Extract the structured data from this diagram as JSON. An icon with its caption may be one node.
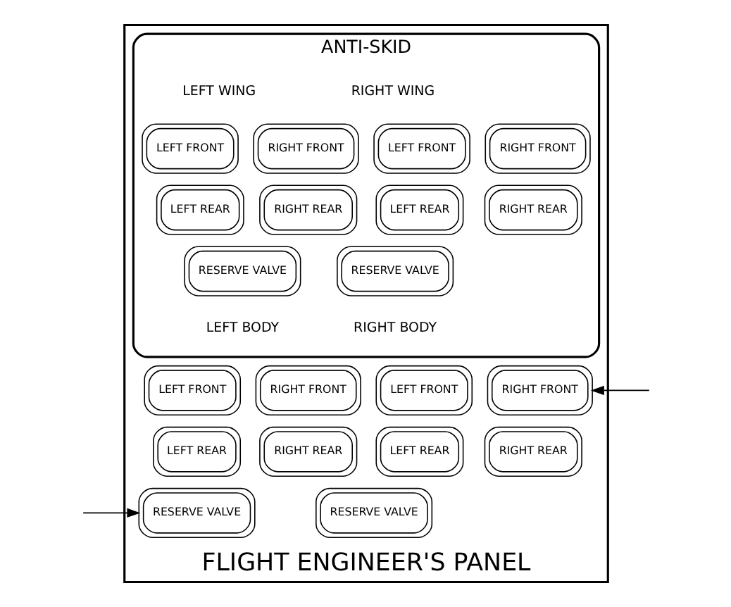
{
  "diagram": {
    "nodes": [
      {
        "text": [
          "FLIGHT ENGINEER'S PANEL"
        ]
      },
      {
        "text": [
          "ANTI-SKID"
        ],
        "in": 0
      },
      {
        "text": [
          "LEFT FRONT"
        ],
        "in": 1
      },
      {
        "text": [
          "RIGHT FRONT"
        ],
        "in": 1
      },
      {
        "text": [
          "LEFT REAR"
        ],
        "in": 1
      },
      {
        "text": [
          "RIGHT REAR"
        ],
        "in": 1
      },
      {
        "text": [
          "LEFT FRONT"
        ],
        "in": 1
      },
      {
        "text": [
          "RIGHT FRONT"
        ],
        "in": 1
      },
      {
        "text": [
          "LEFT REAR"
        ],
        "in": 1
      },
      {
        "text": [
          "RIGHT REAR"
        ],
        "in": 1
      },
      {
        "text": [
          "RESERVE VALVE"
        ],
        "in": 1
      },
      {
        "text": [
          "RESERVE VALVE"
        ],
        "in": 1
      },
      {
        "text": [
          "LEFT FRONT"
        ],
        "in": 0
      },
      {
        "text": [
          "RIGHT FRONT"
        ],
        "in": 0
      },
      {
        "text": [
          "LEFT REAR"
        ],
        "in": 0
      },
      {
        "text": [
          "RIGHT REAR"
        ],
        "in": 0
      },
      {
        "text": [
          "LEFT FRONT"
        ],
        "in": 0
      },
      {
        "text": [
          "RIGHT FRONT"
        ],
        "in": 0
      },
      {
        "text": [
          "LEFT REAR"
        ],
        "in": 0
      },
      {
        "text": [
          "RIGHT REAR"
        ],
        "in": 0
      },
      {
        "text": [
          "RESERVE VALVE"
        ],
        "in": 0
      },
      {
        "text": [
          "RESERVE VALVE"
        ],
        "in": 0
      }
    ],
    "edges": [
      {
        "from": null,
        "to": 17,
        "arrow": "to"
      },
      {
        "from": null,
        "to": 20,
        "arrow": "to"
      }
    ],
    "labels": [
      "LEFT WING",
      "RIGHT WING",
      "LEFT BODY",
      "RIGHT BODY"
    ]
  }
}
